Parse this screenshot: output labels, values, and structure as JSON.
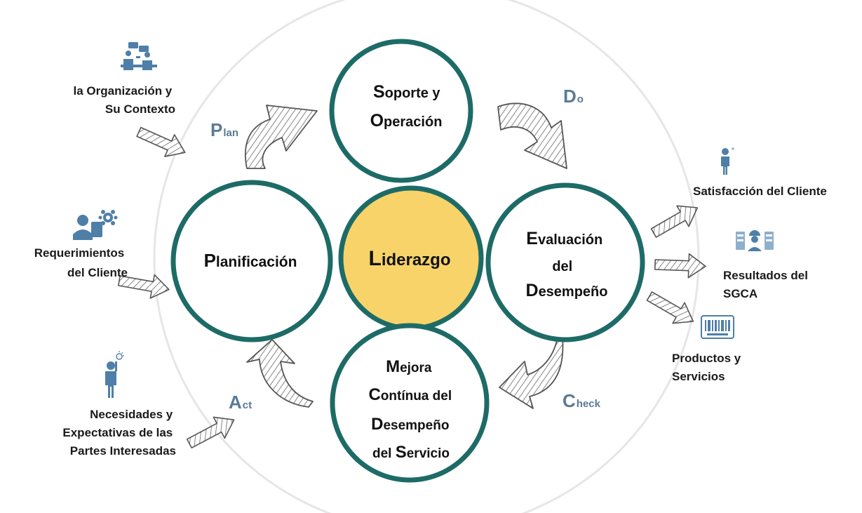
{
  "colors": {
    "ring": "#1d6b66",
    "center_fill": "#f7d36a",
    "outer_ring": "#e6e6e6",
    "icon": "#4e7fa8",
    "pdca_letter": "#5a7a96",
    "arrow_stroke": "#555555"
  },
  "center": {
    "initial": "L",
    "rest": "iderazgo"
  },
  "stages": {
    "top": {
      "line1_initial": "S",
      "line1_rest": "oporte y",
      "line2_initial": "O",
      "line2_rest": "peración"
    },
    "left": {
      "initial": "P",
      "rest": "lanificación"
    },
    "right": {
      "line1_initial": "E",
      "line1_rest": "valuación",
      "line2": "del",
      "line3_initial": "D",
      "line3_rest": "esempeño"
    },
    "bottom": {
      "line1_initial": "M",
      "line1_rest": "ejora",
      "line2_initial": "C",
      "line2_rest": "ontínua del",
      "line3_initial": "D",
      "line3_rest": "esempeño",
      "line4_prefix": "del ",
      "line4_initial": "S",
      "line4_rest": "ervicio"
    }
  },
  "pdca": {
    "plan": {
      "initial": "P",
      "rest": "lan"
    },
    "do": {
      "initial": "D",
      "rest": "o"
    },
    "check": {
      "initial": "C",
      "rest": "heck"
    },
    "act": {
      "initial": "A",
      "rest": "ct"
    }
  },
  "inputs": [
    {
      "lines": [
        "la Organización y",
        "Su Contexto"
      ],
      "icon": "meeting-icon"
    },
    {
      "lines": [
        "Requerimientos",
        "del Cliente"
      ],
      "icon": "engineer-gear-icon"
    },
    {
      "lines": [
        "Necesidades y",
        "Expectativas de las",
        "Partes Interesadas"
      ],
      "icon": "person-idea-icon"
    }
  ],
  "outputs": [
    {
      "lines": [
        "Satisfacción del Cliente"
      ],
      "icon": "person-icon"
    },
    {
      "lines": [
        "Resultados del",
        "SGCA"
      ],
      "icon": "worker-panel-icon"
    },
    {
      "lines": [
        "Productos y",
        "Servicios"
      ],
      "icon": "barcode-icon"
    }
  ]
}
